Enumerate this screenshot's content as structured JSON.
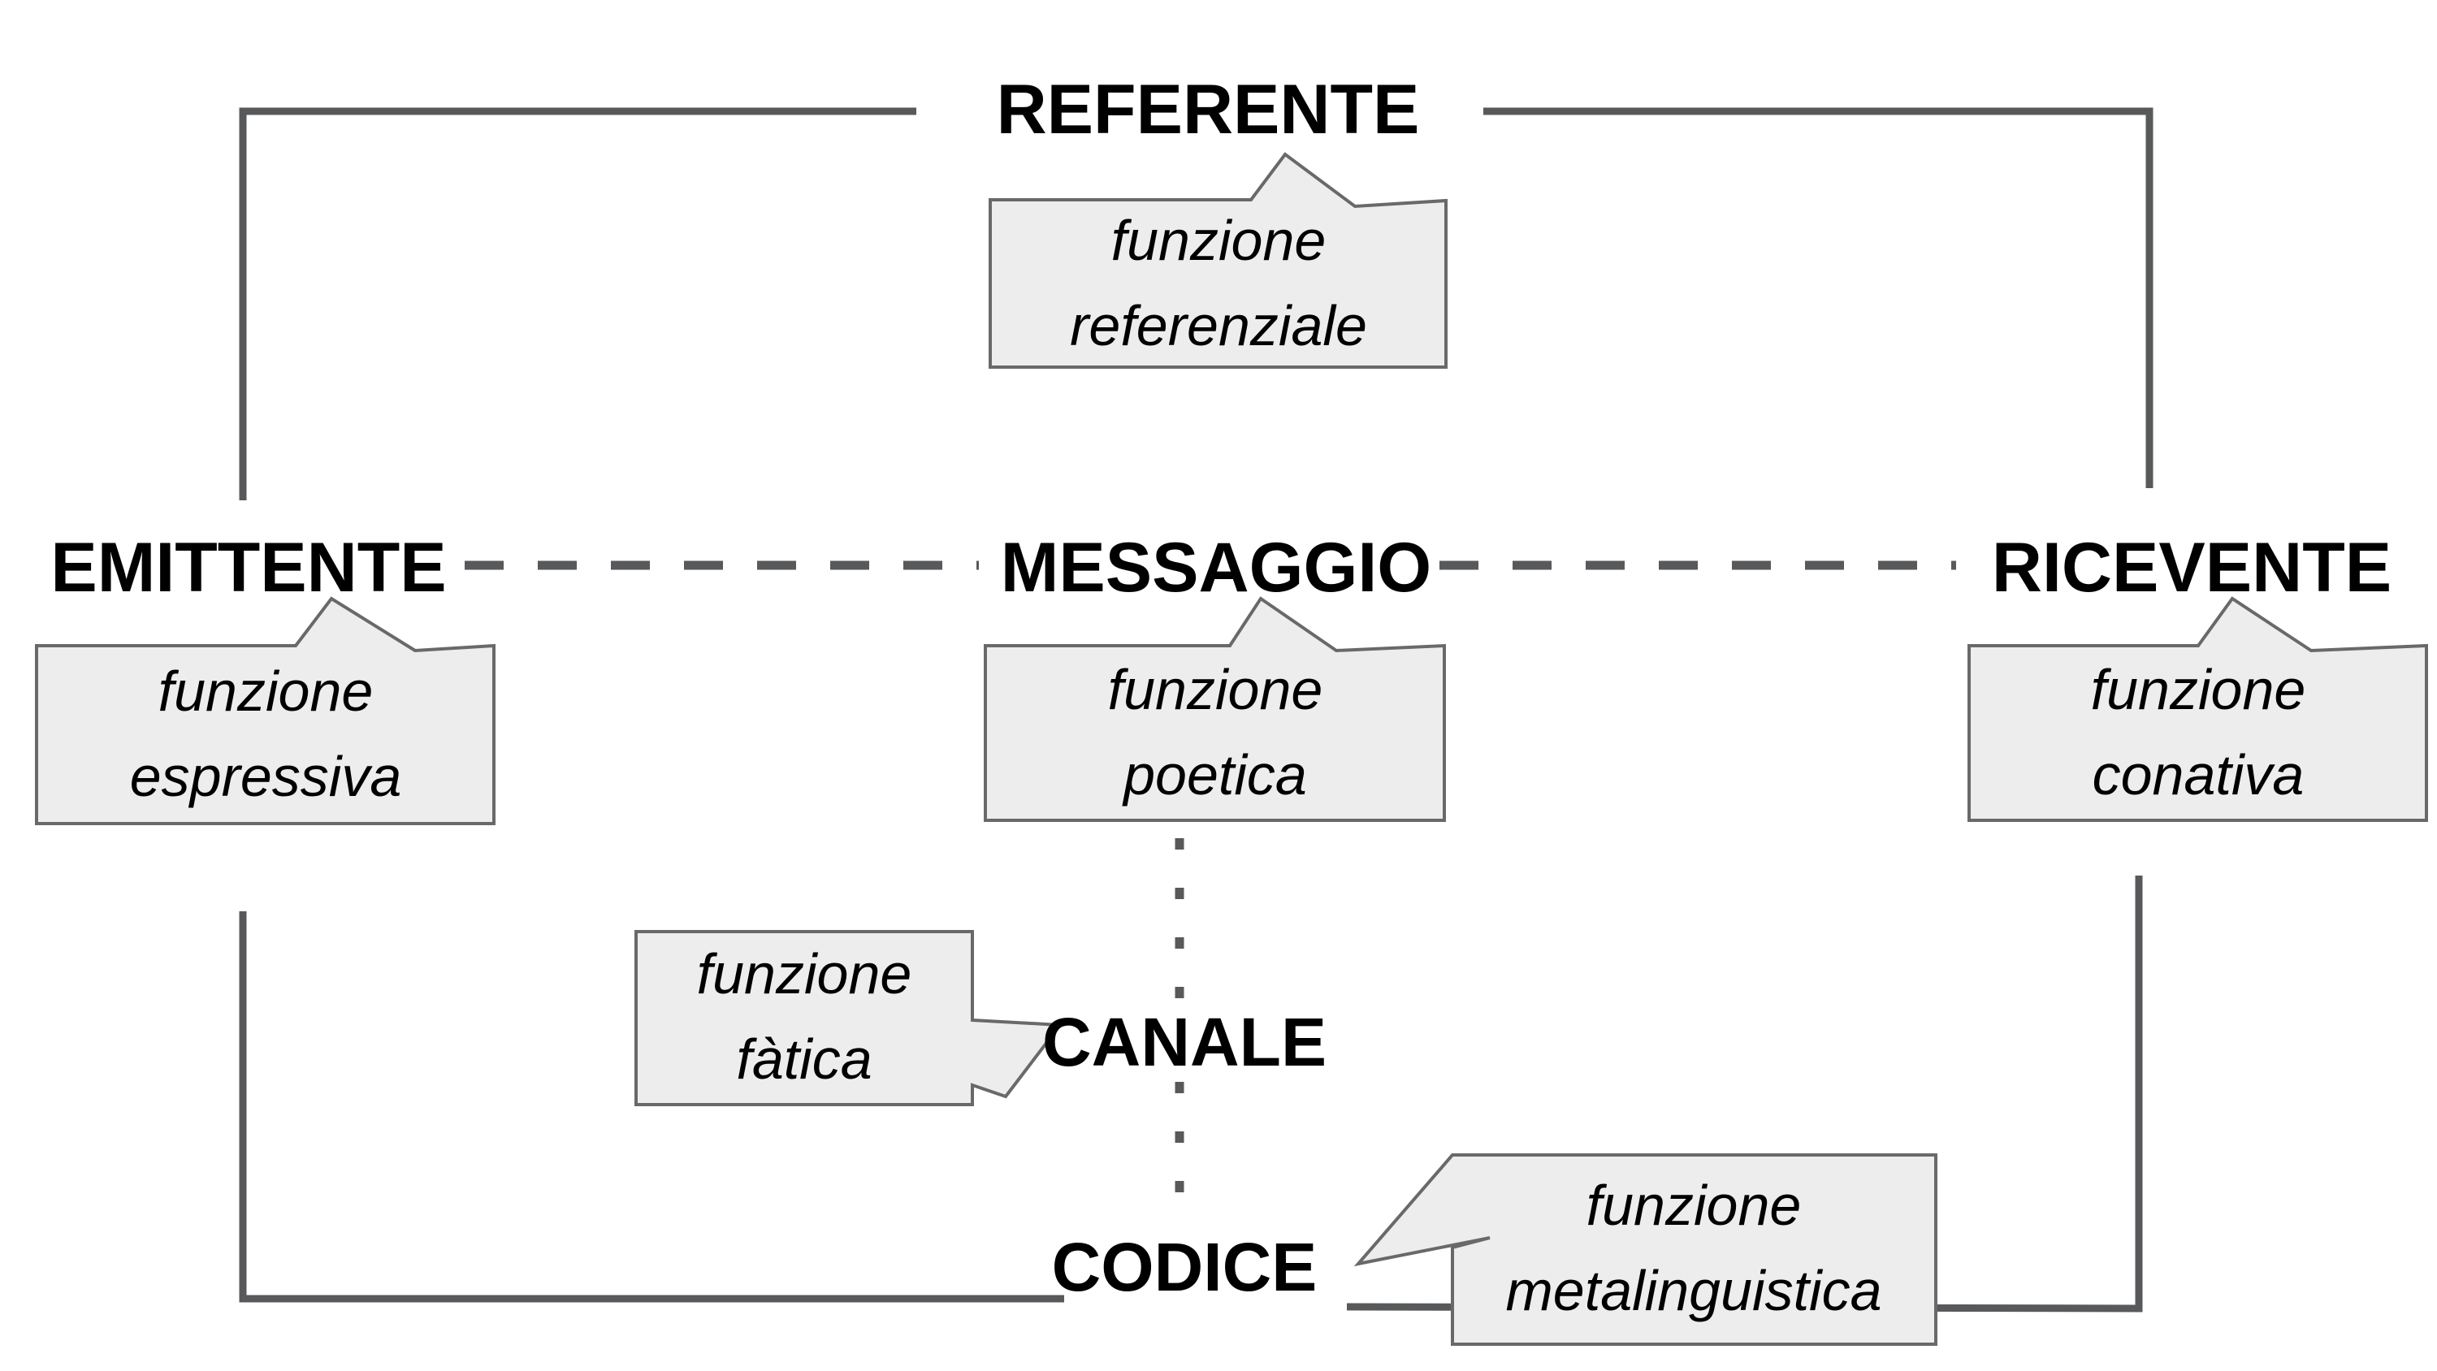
{
  "nodes": {
    "referente": "REFERENTE",
    "emittente": "EMITTENTE",
    "messaggio": "MESSAGGIO",
    "ricevente": "RICEVENTE",
    "canale": "CANALE",
    "codice": "CODICE"
  },
  "callouts": {
    "referenziale": "funzione\nreferenziale",
    "espressiva": "funzione\nespressiva",
    "poetica": "funzione\npoetica",
    "conativa": "funzione\nconativa",
    "fatica": "funzione\nfàtica",
    "metalinguistica": "funzione\nmetalinguistica"
  },
  "colors": {
    "line": "#58595b",
    "callout_fill": "#ededed",
    "callout_border": "#696969",
    "text": "#000000",
    "background": "#ffffff"
  }
}
